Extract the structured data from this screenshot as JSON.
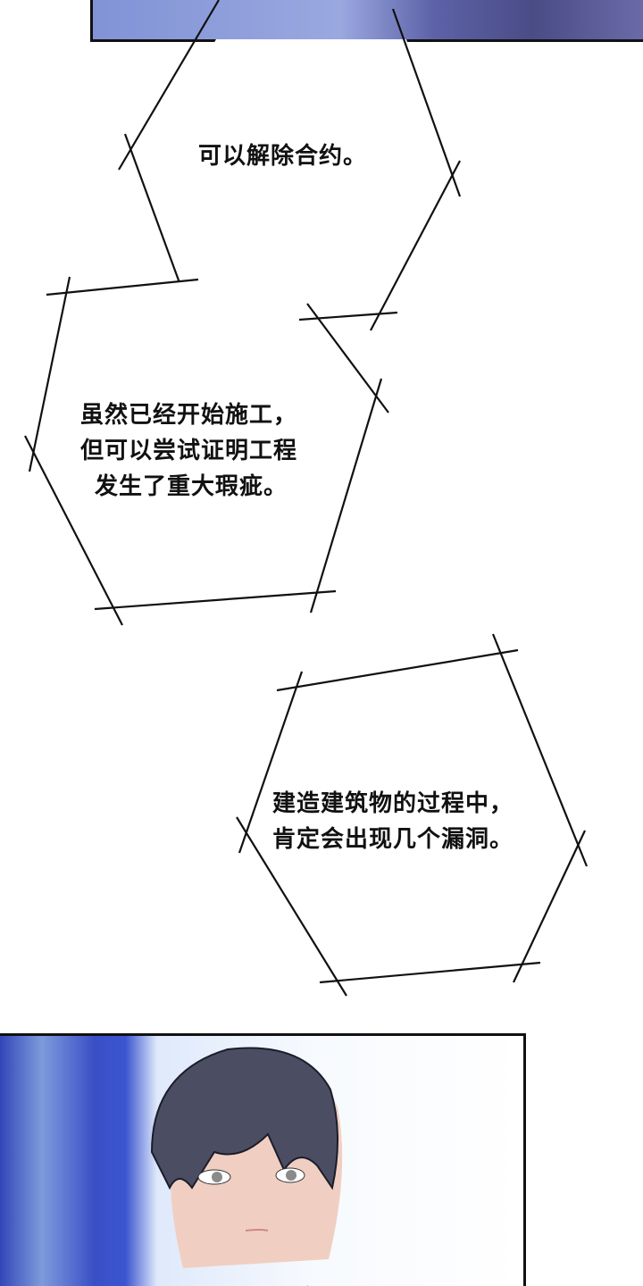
{
  "bubbles": [
    {
      "lines": [
        "可以解除合约。"
      ]
    },
    {
      "lines": [
        "虽然已经开始施工，",
        "但可以尝试证明工程",
        "发生了重大瑕疵。"
      ]
    },
    {
      "lines": [
        "建造建筑物的过程中，",
        "肯定会出现几个漏洞。"
      ]
    }
  ]
}
